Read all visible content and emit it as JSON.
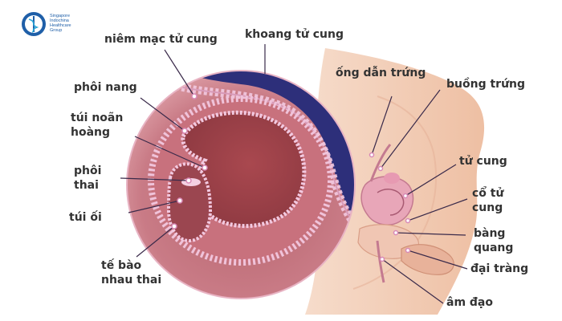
{
  "logo": {
    "icon": "caduceus-logo-icon",
    "lines": [
      "Singapore",
      "Indochina",
      "Healthcare",
      "Group"
    ],
    "color": "#1f5fa8"
  },
  "labels": {
    "niem_mac": "niêm mạc tử cung",
    "khoang": "khoang tử cung",
    "phoi_nang": "phôi nang",
    "tui_noan_1": "túi noãn",
    "tui_noan_2": "hoàng",
    "phoi_thai_1": "phôi",
    "phoi_thai_2": "thai",
    "tui_oi": "túi ối",
    "te_bao_1": "tế bào",
    "te_bao_2": "nhau thai",
    "ong_dan": "ống dẫn trứng",
    "buong_trung": "buồng trứng",
    "tu_cung": "tử cung",
    "co_tu_cung_1": "cổ tử",
    "co_tu_cung_2": "cung",
    "bang_quang_1": "bàng",
    "bang_quang_2": "quang",
    "dai_trang": "đại tràng",
    "am_dao": "âm đạo"
  },
  "colors": {
    "label_text": "#333333",
    "leader_line": "#3a2a4a",
    "uterine_cavity": "#2d2f7a",
    "tissue": "#c97b86",
    "membrane": "#f2c9e0",
    "skin": "#f3d2bd"
  }
}
